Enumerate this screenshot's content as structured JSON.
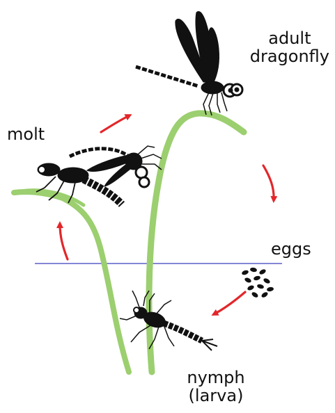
{
  "labels": {
    "adult_line1": "adult",
    "adult_line2": "dragonfly",
    "molt": "molt",
    "eggs": "eggs",
    "nymph_line1": "nymph",
    "nymph_line2": "(larva)"
  },
  "colors": {
    "stem": "#9ccf6f",
    "arrow": "#e3262a",
    "water": "#3a3fbf",
    "insect": "#111111",
    "background": "#ffffff"
  },
  "cycle": [
    "adult dragonfly",
    "eggs",
    "nymph (larva)",
    "molt"
  ]
}
